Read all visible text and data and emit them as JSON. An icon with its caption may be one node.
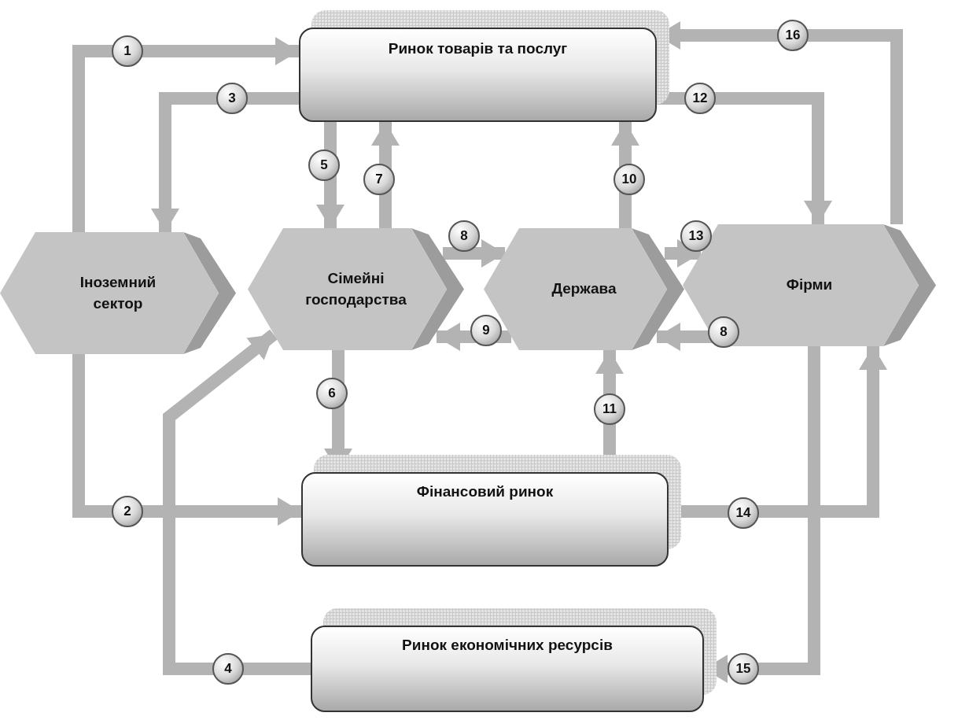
{
  "diagram": {
    "nodes": [
      {
        "text": [
          "Ринок товарів та послуг"
        ]
      },
      {
        "text": [
          "Іноземний сектор"
        ]
      },
      {
        "text": [
          "Сімейні господарства"
        ]
      },
      {
        "text": [
          "Держава"
        ]
      },
      {
        "text": [
          "Фірми"
        ]
      },
      {
        "text": [
          "Фінансовий ринок"
        ]
      },
      {
        "text": [
          "Ринок економічних ресурсів"
        ]
      }
    ],
    "edges": [
      {
        "from": 1,
        "to": 0,
        "arrow": "to",
        "label": "1"
      },
      {
        "from": 0,
        "to": 1,
        "arrow": "to",
        "label": "3"
      },
      {
        "from": 1,
        "to": 5,
        "arrow": "to",
        "label": "2"
      },
      {
        "from": 6,
        "to": 2,
        "arrow": "to",
        "label": "4"
      },
      {
        "from": 0,
        "to": 2,
        "arrow": "to",
        "label": "5"
      },
      {
        "from": 2,
        "to": 0,
        "arrow": "to",
        "label": "7"
      },
      {
        "from": 2,
        "to": 3,
        "arrow": "to",
        "label": "8"
      },
      {
        "from": 3,
        "to": 2,
        "arrow": "to",
        "label": "9"
      },
      {
        "from": 3,
        "to": 0,
        "arrow": "to",
        "label": "10"
      },
      {
        "from": 5,
        "to": 3,
        "arrow": "to",
        "label": "11"
      },
      {
        "from": 2,
        "to": 5,
        "arrow": "to",
        "label": "6"
      },
      {
        "from": 0,
        "to": 4,
        "arrow": "to",
        "label": "12"
      },
      {
        "from": 3,
        "to": 4,
        "arrow": "to",
        "label": "13"
      },
      {
        "from": 4,
        "to": 3,
        "arrow": "to",
        "label": "8"
      },
      {
        "from": 4,
        "to": 0,
        "arrow": "to",
        "label": "16"
      },
      {
        "from": 5,
        "to": 4,
        "arrow": "to",
        "label": "14"
      },
      {
        "from": 4,
        "to": 6,
        "arrow": "to",
        "label": "15"
      }
    ]
  }
}
